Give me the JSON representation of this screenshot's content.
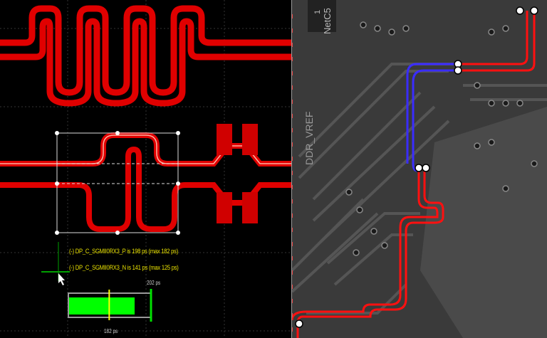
{
  "left_view": {
    "messages": [
      "(-) DP_C_SGMII0RX3_P is 198 ps (max 182 ps)",
      "(-) DP_C_SGMII0RX3_N is 141 ps (max 125 ps)"
    ],
    "gauge": {
      "max_label": "202 ps",
      "target_label": "182 ps",
      "fill_fraction": 0.8,
      "target_fraction": 0.49,
      "fill_color": "#00ff00",
      "target_color": "#ffff00"
    }
  },
  "right_view": {
    "labels": [
      "1",
      "NetC5",
      "DDR_VREF"
    ],
    "trace_colors": {
      "red": "#ff1010",
      "blue": "#3a2cff"
    }
  },
  "colors": {
    "trace": "#e00000",
    "background": "#000000",
    "board": "#3a3a3a"
  }
}
